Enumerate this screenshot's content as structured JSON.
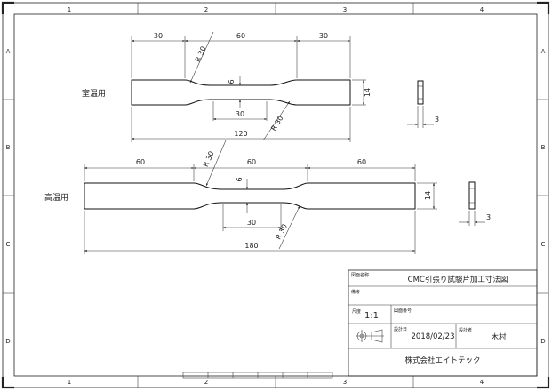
{
  "zones": {
    "columns": [
      "1",
      "2",
      "3",
      "4"
    ],
    "rows": [
      "A",
      "B",
      "C",
      "D"
    ]
  },
  "views": {
    "room_temp": {
      "label": "室温用",
      "dims": {
        "grip_left": "30",
        "gauge": "60",
        "grip_right": "30",
        "radius_top": "R 30",
        "radius_bottom": "R 30",
        "width_center": "6",
        "width_grip": "14",
        "center_length": "30",
        "total_length": "120",
        "thickness": "3"
      }
    },
    "high_temp": {
      "label": "高温用",
      "dims": {
        "grip_left": "60",
        "gauge": "60",
        "grip_right": "60",
        "radius_top": "R 30",
        "radius_bottom": "R 30",
        "width_center": "6",
        "width_grip": "14",
        "center_length": "30",
        "total_length": "180",
        "thickness": "3"
      }
    }
  },
  "title_block": {
    "drawing_name_label": "図面名称",
    "drawing_name": "CMC引張り試験片加工寸法図",
    "remarks_label": "備考",
    "scale_label": "尺度",
    "scale": "1:1",
    "drawing_no_label": "図面番号",
    "design_date_label": "設計日",
    "design_date": "2018/02/23",
    "designer_label": "設計者",
    "designer": "木村",
    "company": "株式会社エイトテック",
    "projection_icon": "third-angle-projection-icon"
  }
}
